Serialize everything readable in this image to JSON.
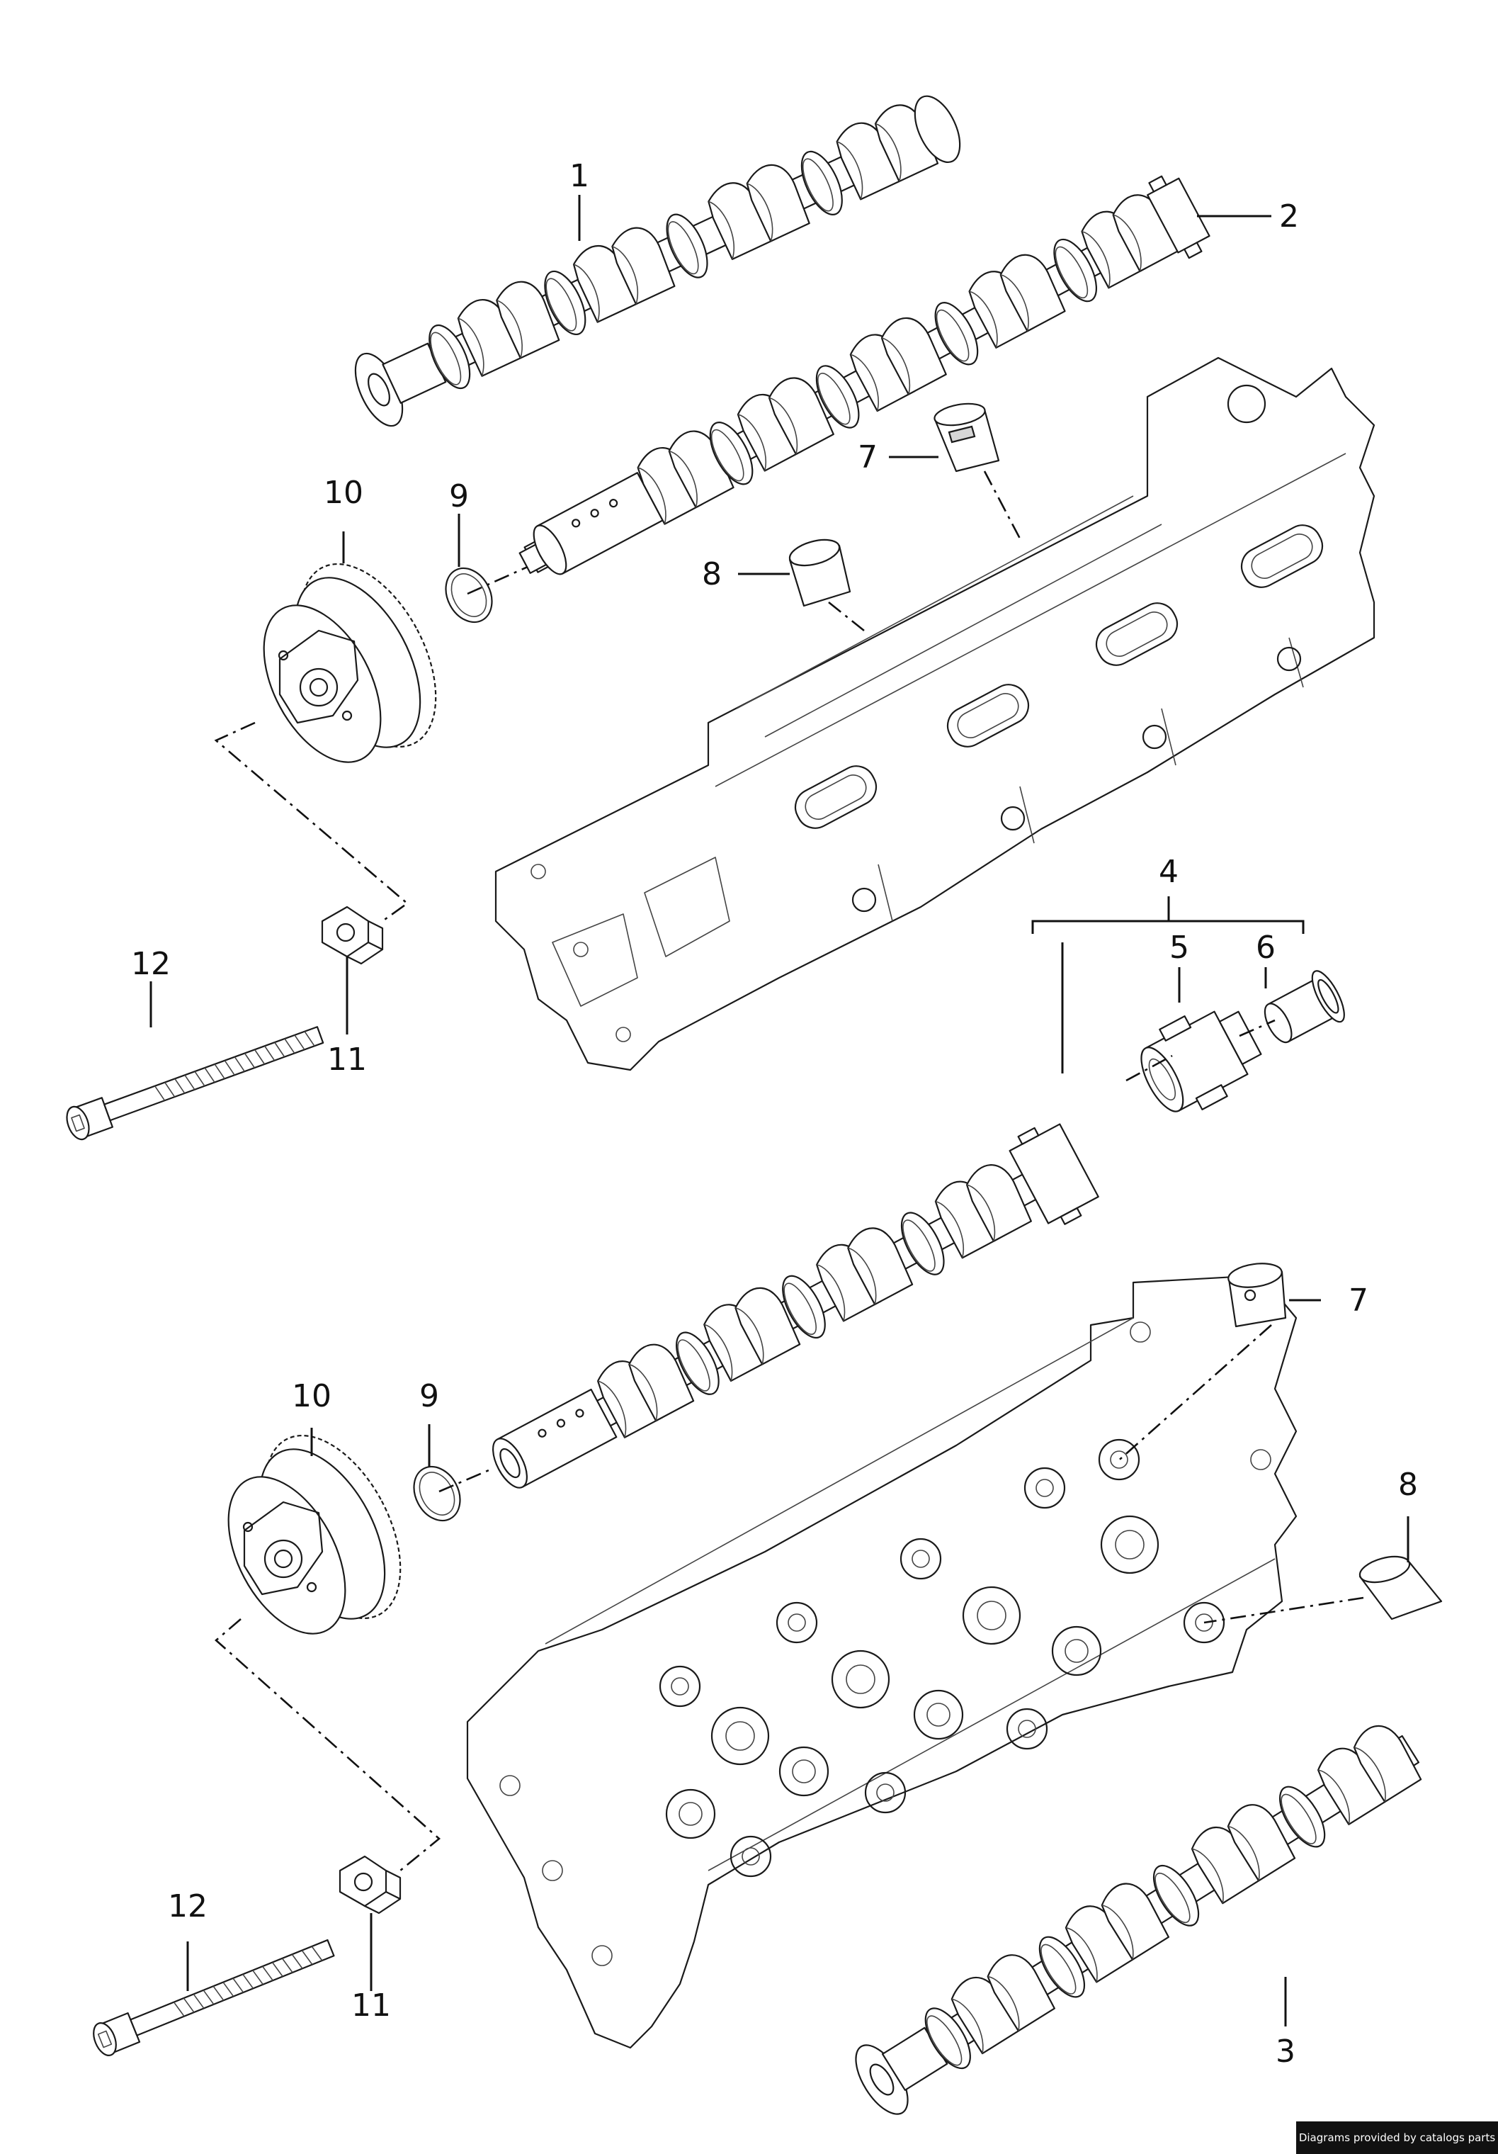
{
  "callouts": {
    "c1": "1",
    "c2": "2",
    "c3": "3",
    "c4": "4",
    "c5": "5",
    "c6": "6",
    "c7a": "7",
    "c7b": "7",
    "c8a": "8",
    "c8b": "8",
    "c9a": "9",
    "c9b": "9",
    "c10a": "10",
    "c10b": "10",
    "c11a": "11",
    "c11b": "11",
    "c12a": "12",
    "c12b": "12"
  },
  "credit": "Diagrams provided by catalogs parts",
  "colors": {
    "line": "#1a1a1a",
    "background": "#ffffff",
    "credit_bg": "#111111",
    "credit_text": "#ffffff"
  }
}
